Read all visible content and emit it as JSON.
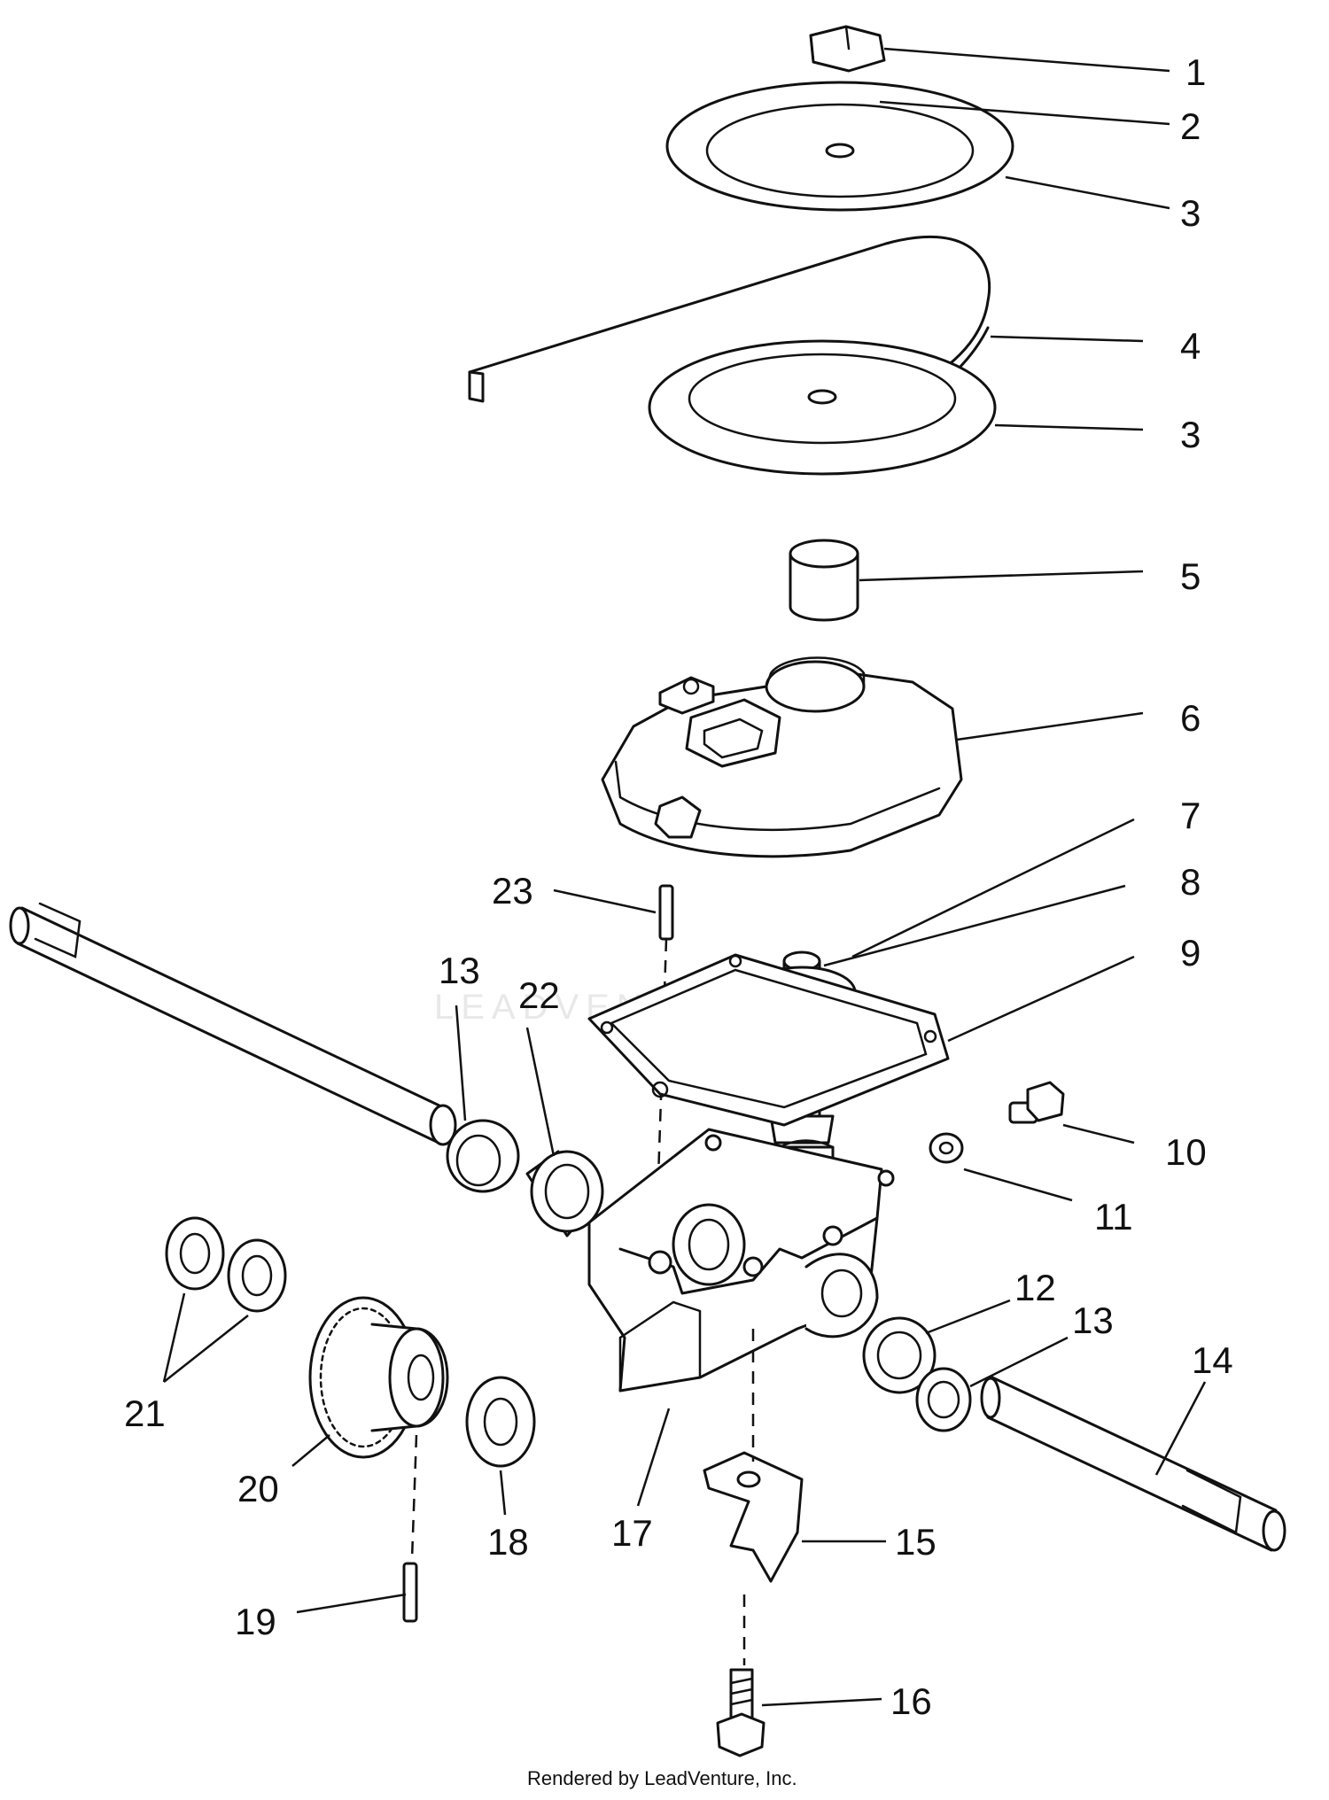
{
  "callouts": {
    "c1": "1",
    "c2": "2",
    "c3a": "3",
    "c3b": "3",
    "c4": "4",
    "c5": "5",
    "c6": "6",
    "c7": "7",
    "c8": "8",
    "c9": "9",
    "c10": "10",
    "c11": "11",
    "c12": "12",
    "c13a": "13",
    "c13b": "13",
    "c14": "14",
    "c15": "15",
    "c16": "16",
    "c17": "17",
    "c18": "18",
    "c19": "19",
    "c20": "20",
    "c21": "21",
    "c22": "22",
    "c23": "23"
  },
  "watermark": "LEADVENTURE",
  "credit": "Rendered by LeadVenture, Inc."
}
